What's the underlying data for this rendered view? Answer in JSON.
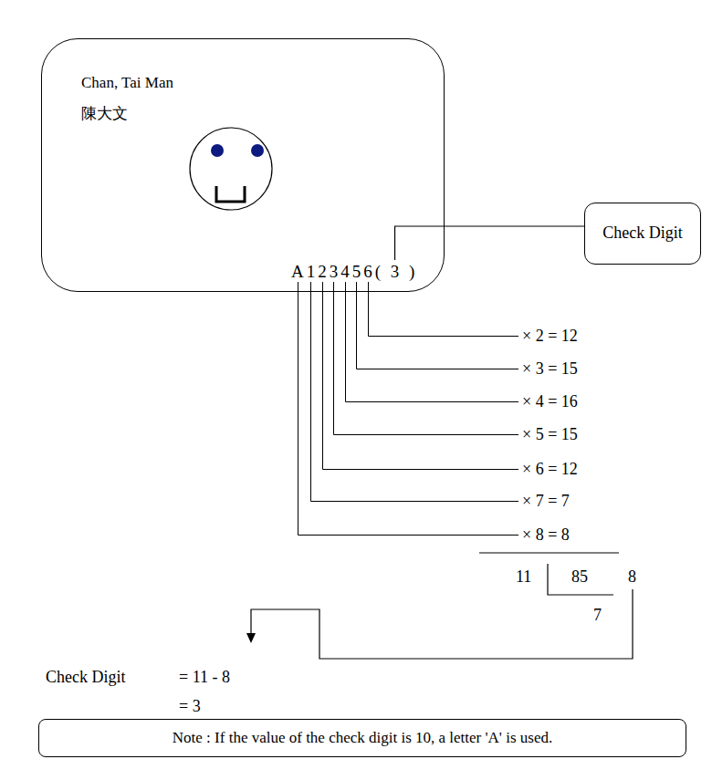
{
  "diagram": {
    "nodes": [
      {
        "text": [
          "Chan, Tai Man",
          "陳大文",
          "A123456( 3 )"
        ]
      },
      {
        "text": [
          "Check Digit"
        ]
      },
      {
        "text": [
          "Note : If the value of the check digit is 10, a letter 'A' is used."
        ]
      }
    ],
    "edges": [
      {
        "from": 1,
        "to": 0,
        "arrow": "none"
      }
    ],
    "labels": [
      "× 2 = 12",
      "× 3 = 15",
      "× 4 = 16",
      "× 5 = 15",
      "× 6 = 12",
      "× 7 = 7",
      "× 8 = 8",
      "11",
      "85",
      "8",
      "7",
      "Check Digit",
      "= 11 - 8",
      "= 3"
    ]
  }
}
